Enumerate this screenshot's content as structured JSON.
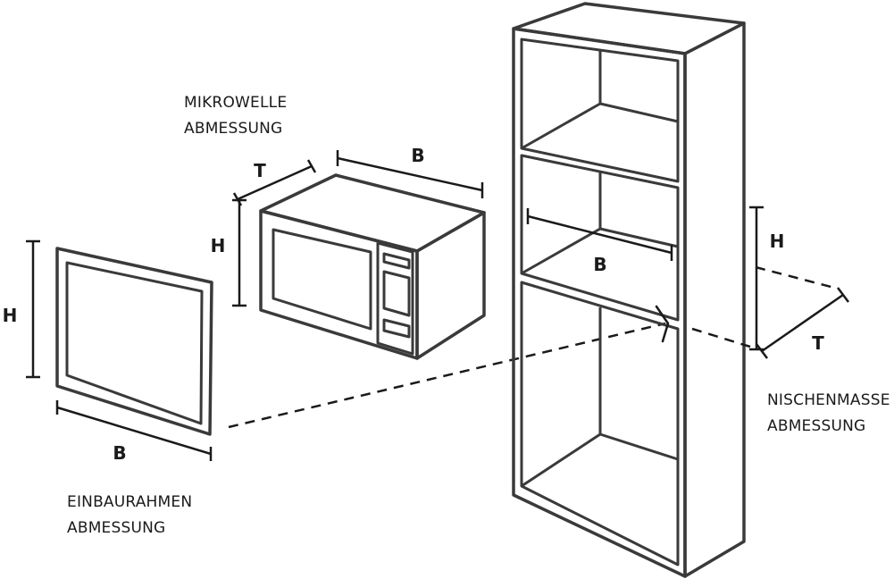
{
  "captions": {
    "microwave": [
      "MIKROWELLE",
      "ABMESSUNG"
    ],
    "frame": [
      "EINBAURAHMEN",
      "ABMESSUNG"
    ],
    "niche": [
      "NISCHENMASSE",
      "ABMESSUNG"
    ]
  },
  "dimensions": {
    "frame_height": "H",
    "frame_width": "B",
    "microwave_depth": "T",
    "microwave_width": "B",
    "microwave_height": "H",
    "niche_width": "B",
    "niche_height": "H",
    "niche_depth": "T"
  }
}
